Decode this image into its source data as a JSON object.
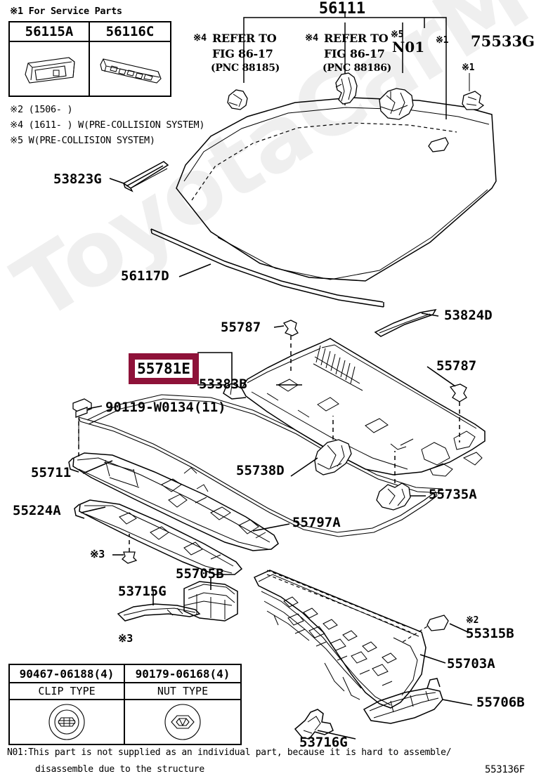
{
  "diagram": {
    "footer_code": "553136F",
    "watermark_text": "ToyotaCarMine.ru",
    "highlight_color": "#8e1239",
    "highlighted_part": "55781E"
  },
  "service_parts_table": {
    "caption": "※1 For Service Parts",
    "headers": [
      "56115A",
      "56116C"
    ]
  },
  "legend_notes": [
    "※2 (1506-      )",
    "※4 (1611-      ) W(PRE-COLLISION SYSTEM)",
    "※5 W(PRE-COLLISION SYSTEM)"
  ],
  "top_assembly": {
    "main_label": "56111",
    "branches": [
      {
        "mark": "※4",
        "line1": "REFER TO",
        "line2": "FIG 86-17",
        "line3": "(PNC 88185)"
      },
      {
        "mark": "※4",
        "line1": "REFER TO",
        "line2": "FIG 86-17",
        "line3": "(PNC 88186)"
      }
    ],
    "mark_5": "※5",
    "n01_label": "N01",
    "mark_1_a": "※1",
    "mark_1_b": "※1",
    "label_75533G": "75533G"
  },
  "part_labels": [
    {
      "id": "53823G",
      "text": "53823G"
    },
    {
      "id": "56117D",
      "text": "56117D"
    },
    {
      "id": "55787-top",
      "text": "55787"
    },
    {
      "id": "53824D",
      "text": "53824D"
    },
    {
      "id": "53383B",
      "text": "53383B"
    },
    {
      "id": "55787-right",
      "text": "55787"
    },
    {
      "id": "90119",
      "text": "90119-W0134(11)"
    },
    {
      "id": "55711",
      "text": "55711"
    },
    {
      "id": "55738D",
      "text": "55738D"
    },
    {
      "id": "55735A",
      "text": "55735A"
    },
    {
      "id": "55224A",
      "text": "55224A"
    },
    {
      "id": "55797A",
      "text": "55797A"
    },
    {
      "id": "mark3-a",
      "text": "※3"
    },
    {
      "id": "55705B",
      "text": "55705B"
    },
    {
      "id": "53715G",
      "text": "53715G"
    },
    {
      "id": "mark3-b",
      "text": "※3"
    },
    {
      "id": "mark2",
      "text": "※2"
    },
    {
      "id": "55315B",
      "text": "55315B"
    },
    {
      "id": "55703A",
      "text": "55703A"
    },
    {
      "id": "55706B",
      "text": "55706B"
    },
    {
      "id": "53716G",
      "text": "53716G"
    }
  ],
  "fastener_table": {
    "headers": [
      "90467-06188(4)",
      "90179-06168(4)"
    ],
    "subheaders": [
      "CLIP TYPE",
      "NUT TYPE"
    ]
  },
  "footnote": {
    "line1": "N01:This part is not supplied as an individual part,  because it is hard to assemble/",
    "line2": "disassemble due to the structure"
  }
}
